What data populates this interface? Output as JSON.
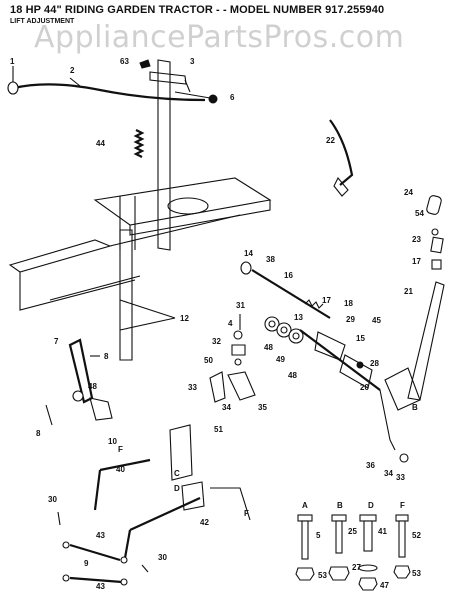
{
  "header": {
    "title": "18 HP 44\" RIDING GARDEN TRACTOR - - MODEL NUMBER 917.255940",
    "subtitle": "LIFT ADJUSTMENT"
  },
  "watermark": "AppliancePartsPros.com",
  "callouts": [
    "1",
    "2",
    "63",
    "3",
    "6",
    "44",
    "22",
    "24",
    "54",
    "23",
    "17",
    "14",
    "38",
    "16",
    "21",
    "17",
    "18",
    "29",
    "45",
    "15",
    "13",
    "48",
    "49",
    "48",
    "31",
    "4",
    "32",
    "50",
    "28",
    "20",
    "12",
    "7",
    "8",
    "48",
    "33",
    "34",
    "35",
    "8",
    "10",
    "F",
    "51",
    "40",
    "C",
    "D",
    "42",
    "F",
    "30",
    "43",
    "9",
    "43",
    "30",
    "36",
    "33",
    "34",
    "B"
  ],
  "hardware": {
    "letters": [
      "A",
      "B",
      "D",
      "F"
    ],
    "labels": [
      "5",
      "53",
      "25",
      "27",
      "41",
      "47",
      "52",
      "53"
    ]
  },
  "colors": {
    "ink": "#111111",
    "watermark": "#aaaaaa",
    "background": "#ffffff"
  }
}
